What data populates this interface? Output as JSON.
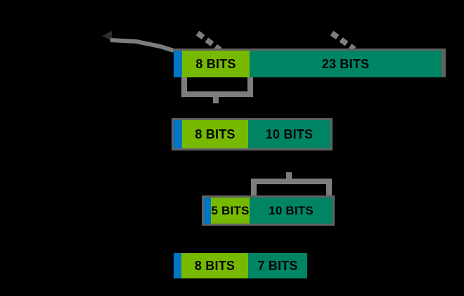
{
  "diagram": {
    "background": "#000000",
    "colors": {
      "sign_bit_blue": "#0077c5",
      "exponent_green": "#76b900",
      "mantissa_teal": "#008564",
      "connector_gray": "#7d7d7d",
      "outline_gray": "#616161",
      "segment_label_text": "#000000",
      "arrow_dark": "#2e2e2e"
    },
    "rows": [
      {
        "segments": {
          "exponent": "8 BITS",
          "mantissa": "23 BITS"
        }
      },
      {
        "segments": {
          "exponent": "8 BITS",
          "mantissa": "10 BITS"
        }
      },
      {
        "segments": {
          "exponent": "5 BITS",
          "mantissa": "10 BITS"
        }
      },
      {
        "segments": {
          "exponent": "8 BITS",
          "mantissa": "7 BITS"
        }
      }
    ]
  }
}
